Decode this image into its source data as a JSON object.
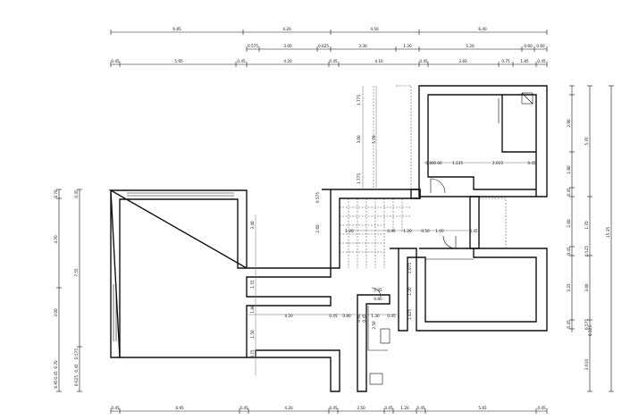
{
  "top_row1": [
    "6.85",
    "4.20",
    "4.50",
    "6.40"
  ],
  "top_row2": [
    "0.575",
    "3.00",
    "0.625",
    "3.30",
    "1.20",
    "5.20",
    "0.60",
    "0.60"
  ],
  "top_row3": [
    "0.45",
    "5.95",
    "0.45",
    "4.20",
    "0.45",
    "4.10",
    "0.45",
    "3.60",
    "0.75",
    "1.85",
    "0.45"
  ],
  "bottom_row": [
    "0.45",
    "6.95",
    "0.45",
    "4.20",
    "0.45",
    "2.50",
    "0.45",
    "1.20",
    "0.45",
    "5.65",
    "0.45"
  ],
  "left_outer": [
    "0.70",
    "4.70",
    "7.55"
  ],
  "left_inner": [
    "3.00",
    "0.70",
    "0.45",
    "0.95"
  ],
  "left_small": [
    "0.45",
    "0.575",
    "0.45",
    "0.625"
  ],
  "right_inner": [
    "2.90",
    "1.80",
    "0.45",
    "2.60",
    "0.45",
    "3.25",
    "0.45",
    "0.325"
  ],
  "right_mid": [
    "5.70",
    "1.70",
    "0.525",
    "3.00",
    "0.575"
  ],
  "right_outer": [
    "15.35",
    "2.610"
  ],
  "plan_labels": {
    "a1": "1.775",
    "a2": "3.00",
    "a3": "5.70",
    "a4": "1.775",
    "b1": "0.575",
    "b2": "2.60",
    "b3": "3.40",
    "c1": "1.55",
    "c2": "1.80",
    "c3": "1.50",
    "c4": "0.75",
    "d1": "4.20",
    "d2": "0.45",
    "d3": "0.80",
    "d4": "1.30",
    "d5": "0.45",
    "e1": "0.80",
    "e2": "0.60",
    "e3": "1.235",
    "e4": "2.015",
    "e5": "0.45",
    "f1": "1.20",
    "f2": "0.45",
    "f3": "1.20",
    "f4": "0.50",
    "f5": "1.00",
    "f6": "0.45",
    "g1": "1.075",
    "g2": "1.20",
    "g3": "1.425",
    "g4": "2.50",
    "h1": "0.45",
    "h2": "0.80",
    "h3": "0.45",
    "h4": "0.60"
  }
}
